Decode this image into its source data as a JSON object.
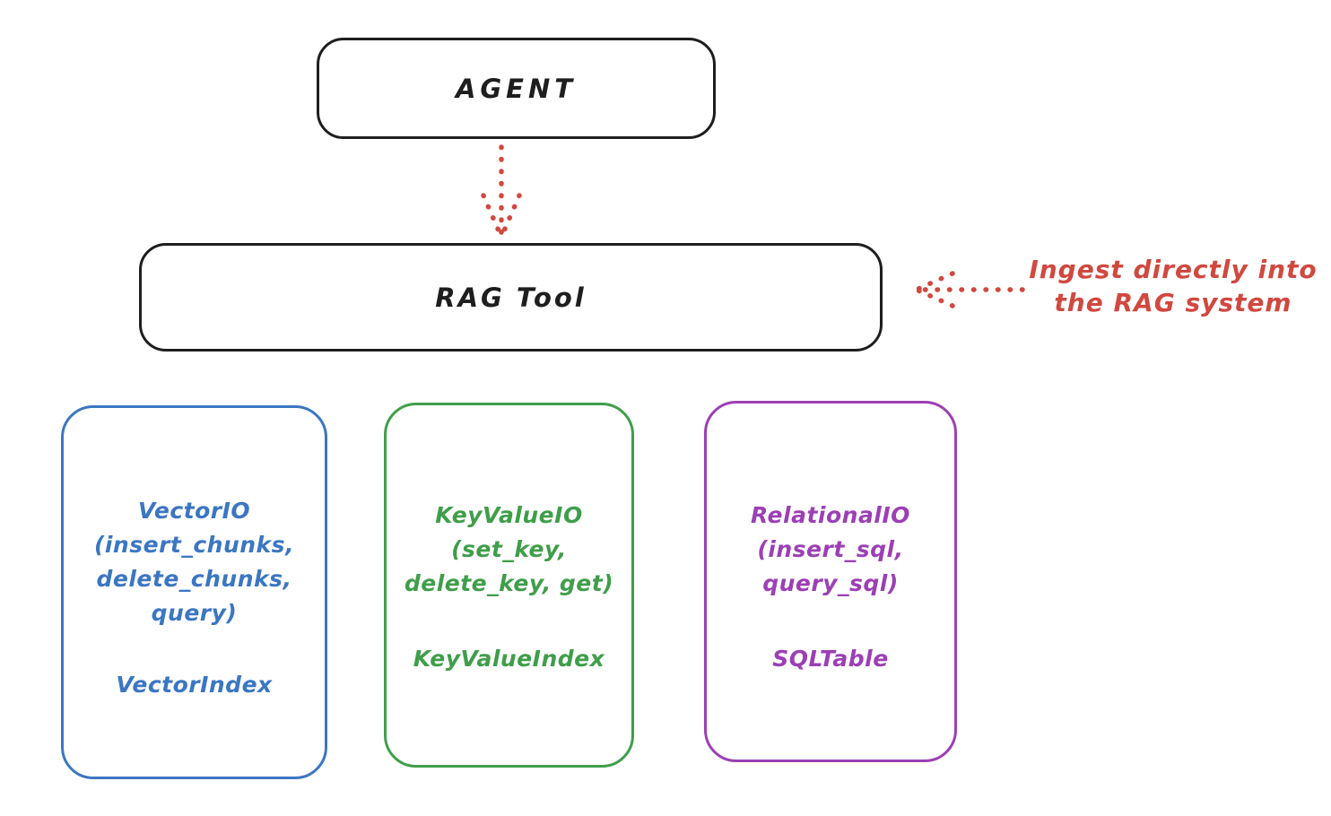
{
  "diagram": {
    "agent_box": {
      "label": "AGENT"
    },
    "rag_tool_box": {
      "label": "RAG Tool"
    },
    "annotation": {
      "line1": "Ingest directly into",
      "line2": "the RAG system"
    },
    "io_boxes": [
      {
        "name": "vector-io",
        "color": "#3b76c2",
        "lines": [
          "VectorIO",
          "(insert_chunks,",
          "delete_chunks,",
          "query)"
        ],
        "index_label": "VectorIndex"
      },
      {
        "name": "key-value-io",
        "color": "#3f9e4a",
        "lines": [
          "KeyValueIO",
          "(set_key,",
          "delete_key, get)"
        ],
        "index_label": "KeyValueIndex"
      },
      {
        "name": "relational-io",
        "color": "#9c3fb5",
        "lines": [
          "RelationalIO",
          "(insert_sql,",
          "query_sql)"
        ],
        "index_label": "SQLTable"
      }
    ],
    "colors": {
      "black": "#1e1e1e",
      "red": "#d1483f",
      "blue": "#3b76c2",
      "green": "#3f9e4a",
      "purple": "#9c3fb5"
    }
  }
}
